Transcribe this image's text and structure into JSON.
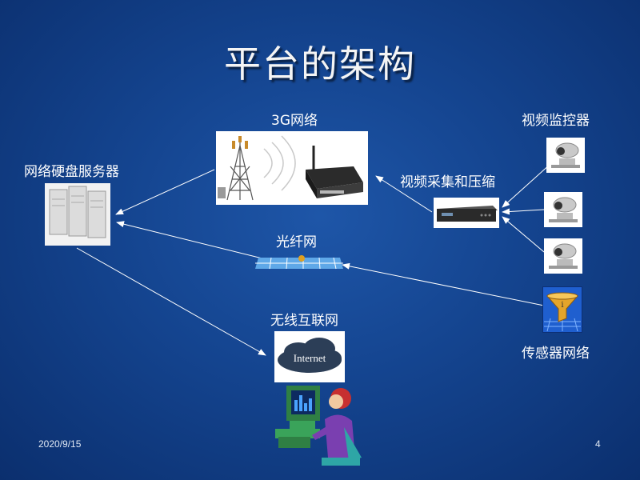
{
  "slide": {
    "title": "平台的架构",
    "date": "2020/9/15",
    "page_number": "4"
  },
  "nodes": {
    "network_3g": {
      "label": "3G网络",
      "icon": "cell-tower-and-router-icon"
    },
    "storage_server": {
      "label": "网络硬盘服务器",
      "icon": "server-icon"
    },
    "capture_compression": {
      "label": "视频采集和压缩",
      "icon": "video-encoder-icon"
    },
    "video_monitor": {
      "label": "视频监控器",
      "icon": "camera-icon"
    },
    "fiber_network": {
      "label": "光纤网",
      "icon": "fiber-map-icon"
    },
    "wireless_internet": {
      "label": "无线互联网",
      "icon": "internet-cloud-icon",
      "cloud_text": "Internet"
    },
    "sensor_network": {
      "label": "传感器网络",
      "icon": "funnel-info-icon"
    },
    "user_terminal": {
      "icon": "computer-user-icon"
    }
  },
  "colors": {
    "background": "#14448f",
    "title": "#f4f4f4",
    "arrow": "#ffffff"
  }
}
